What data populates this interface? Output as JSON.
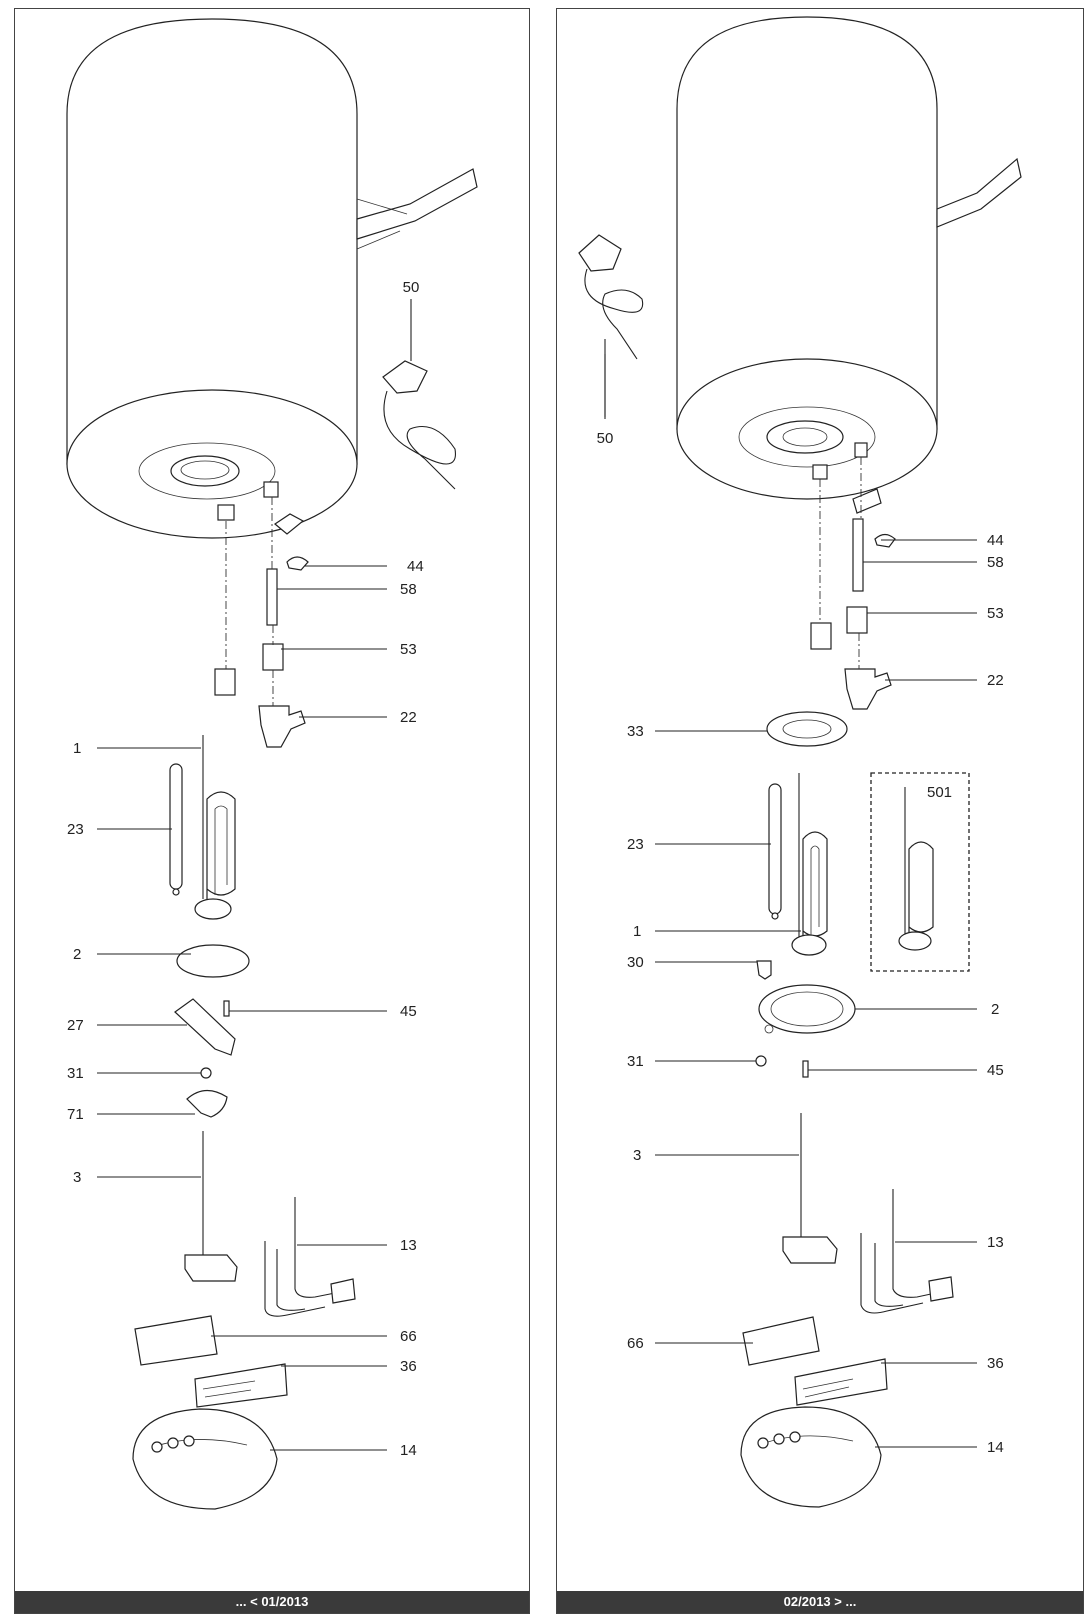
{
  "left_panel": {
    "footer": "... < 01/2013",
    "callouts": {
      "p50": "50",
      "p44": "44",
      "p58": "58",
      "p53": "53",
      "p22": "22",
      "p1": "1",
      "p23": "23",
      "p2": "2",
      "p27": "27",
      "p45": "45",
      "p31": "31",
      "p71": "71",
      "p3": "3",
      "p13": "13",
      "p66": "66",
      "p36": "36",
      "p14": "14"
    }
  },
  "right_panel": {
    "footer": "02/2013 > ...",
    "callouts": {
      "p50": "50",
      "p44": "44",
      "p58": "58",
      "p53": "53",
      "p22": "22",
      "p33": "33",
      "p501": "501",
      "p23": "23",
      "p1": "1",
      "p30": "30",
      "p2": "2",
      "p31": "31",
      "p45": "45",
      "p3": "3",
      "p13": "13",
      "p66": "66",
      "p36": "36",
      "p14": "14"
    }
  }
}
